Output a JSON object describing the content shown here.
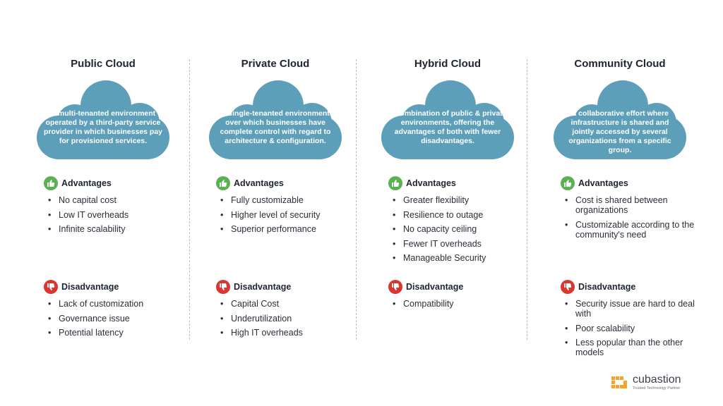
{
  "colors": {
    "cloud": "#5d9fb9",
    "thumbs_up": "#5cb054",
    "thumbs_down": "#d8362f",
    "logo_accent": "#f0a628"
  },
  "columns": [
    {
      "title": "Public Cloud",
      "description": "A multi-tenanted environment operated by a third-party service provider in which businesses pay for provisioned services.",
      "advantages_label": "Advantages",
      "advantages": [
        "No capital cost",
        "Low IT overheads",
        "Infinite scalability"
      ],
      "disadvantages_label": "Disadvantage",
      "disadvantages": [
        "Lack of customization",
        "Governance issue",
        "Potential latency"
      ]
    },
    {
      "title": "Private Cloud",
      "description": "A single-tenanted environment over which businesses have complete control with regard to architecture & configuration.",
      "advantages_label": "Advantages",
      "advantages": [
        "Fully customizable",
        "Higher level of security",
        "Superior performance"
      ],
      "disadvantages_label": "Disadvantage",
      "disadvantages": [
        "Capital Cost",
        "Underutilization",
        "High IT overheads"
      ]
    },
    {
      "title": "Hybrid Cloud",
      "description": "A combination of public & private environments, offering the advantages of both with fewer disadvantages.",
      "advantages_label": "Advantages",
      "advantages": [
        "Greater flexibility",
        "Resilience to outage",
        "No capacity ceiling",
        "Fewer IT overheads",
        "Manageable Security"
      ],
      "disadvantages_label": "Disadvantage",
      "disadvantages": [
        "Compatibility"
      ]
    },
    {
      "title": "Community Cloud",
      "description": "A collaborative effort where infrastructure is shared and jointly accessed by several organizations from a specific group.",
      "advantages_label": "Advantages",
      "advantages": [
        "Cost is shared between organizations",
        "Customizable according to the community's need"
      ],
      "disadvantages_label": "Disadvantage",
      "disadvantages": [
        "Security issue are hard to deal with",
        "Poor scalability",
        "Less popular than the other models"
      ]
    }
  ],
  "icons": {
    "advantages": "thumbs-up-icon",
    "disadvantages": "thumbs-down-icon",
    "logo": "cubastion-logo-icon"
  },
  "logo": {
    "name": "cubastion",
    "tagline": "Trusted Technology Partner"
  }
}
